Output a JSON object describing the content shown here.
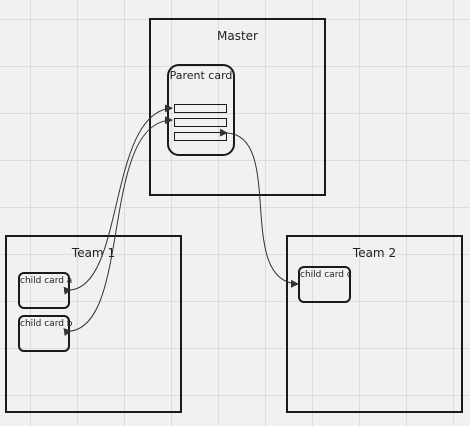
{
  "master": {
    "label": "Master",
    "parent_card": {
      "label": "Parent card",
      "fields": [
        "",
        "",
        ""
      ]
    }
  },
  "team1": {
    "label": "Team 1",
    "child_a": "child card a",
    "child_b": "child card b"
  },
  "team2": {
    "label": "Team 2",
    "child_c": "child card c"
  },
  "colors": {
    "stroke": "#1a1a1a",
    "connector": "#333333",
    "background": "#f1f1f1",
    "grid": "#dcdcdc"
  }
}
